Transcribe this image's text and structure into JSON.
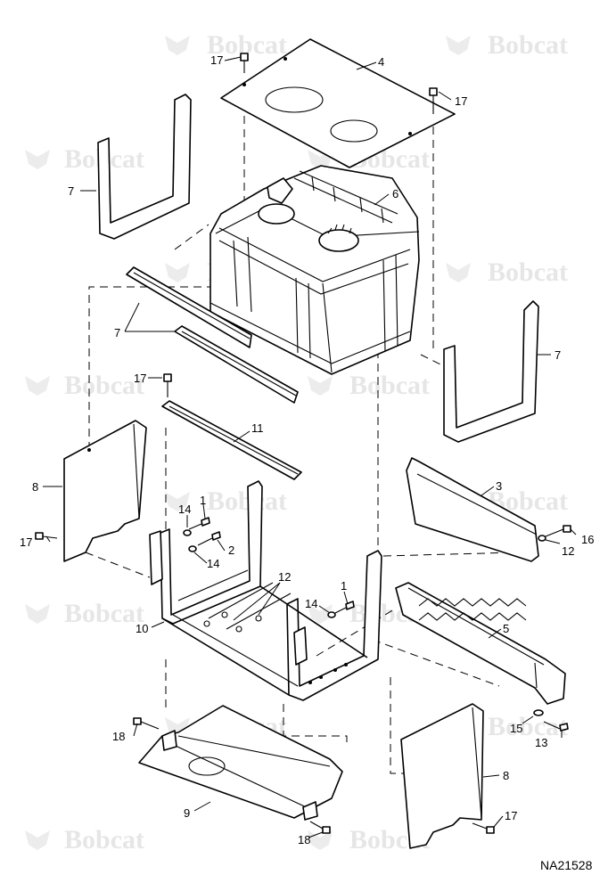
{
  "watermark": {
    "brand": "Bobcat"
  },
  "reference_code": "NA21528",
  "callouts": {
    "c17a": "17",
    "c4": "4",
    "c17b": "17",
    "c7a": "7",
    "c6": "6",
    "c7b": "7",
    "c7c": "7",
    "c17c": "17",
    "c11": "11",
    "c8a": "8",
    "c3": "3",
    "c1a": "1",
    "c14a": "14",
    "c17d": "17",
    "c2": "2",
    "c14b": "14",
    "c16": "16",
    "c12a": "12",
    "c12b": "12",
    "c1b": "1",
    "c14c": "14",
    "c5": "5",
    "c10": "10",
    "c15": "15",
    "c18a": "18",
    "c13": "13",
    "c8b": "8",
    "c9": "9",
    "c17e": "17",
    "c18b": "18"
  }
}
